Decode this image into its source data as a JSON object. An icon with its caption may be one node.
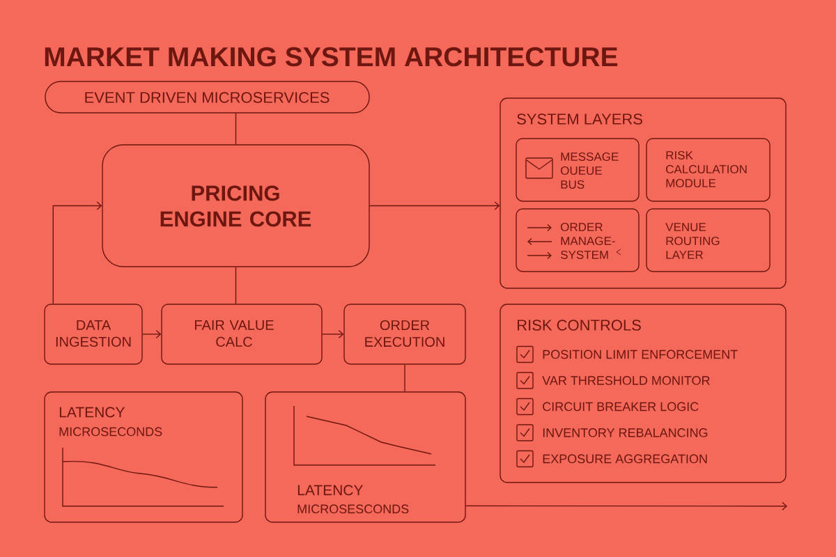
{
  "diagram": {
    "title": "MARKET MAKING SYSTEM ARCHITECTURE",
    "nodes": [
      {
        "text": [
          "EVENT DRIVEN MICROSERVICES"
        ]
      },
      {
        "text": [
          "PRICING ENGINE CORE"
        ]
      },
      {
        "text": [
          "SYSTEM LAYERS"
        ]
      },
      {
        "text": [
          "MESSAGE OUEUE BUS"
        ],
        "in": 2
      },
      {
        "text": [
          "RISK CALCULATION MODULE"
        ],
        "in": 2
      },
      {
        "text": [
          "ORDER MANAGE- SYSTEM"
        ],
        "in": 2
      },
      {
        "text": [
          "VENUE ROUTING LAYER"
        ],
        "in": 2
      },
      {
        "text": [
          "DATA INGESTION"
        ]
      },
      {
        "text": [
          "FAIR VALUE CALC"
        ]
      },
      {
        "text": [
          "ORDER EXECUTION"
        ]
      },
      {
        "text": [
          "RISK CONTROLS",
          "POSITION LIMIT ENFORCEMENT",
          "VAR THRESHOLD MONITOR",
          "CIRCUIT BREAKER LOGIC",
          "INVENTORY REBALANCING",
          "EXPOSURE AGGREGATION"
        ]
      },
      {
        "text": [
          "LATENCY",
          "MICROSECONDS"
        ]
      },
      {
        "text": [
          "LATENCY",
          "MICROSESCONDS"
        ]
      }
    ],
    "edges": [
      {
        "from": 0,
        "to": 1,
        "arrow": "none"
      },
      {
        "from": 1,
        "to": 2,
        "arrow": "to"
      },
      {
        "from": 7,
        "to": 1,
        "arrow": "to"
      },
      {
        "from": 1,
        "to": 8,
        "arrow": "none"
      },
      {
        "from": 7,
        "to": 8,
        "arrow": "to"
      },
      {
        "from": 8,
        "to": 9,
        "arrow": "to"
      },
      {
        "from": 9,
        "to": 12,
        "arrow": "none"
      },
      {
        "from": 12,
        "to": null,
        "arrow": "to"
      }
    ]
  }
}
